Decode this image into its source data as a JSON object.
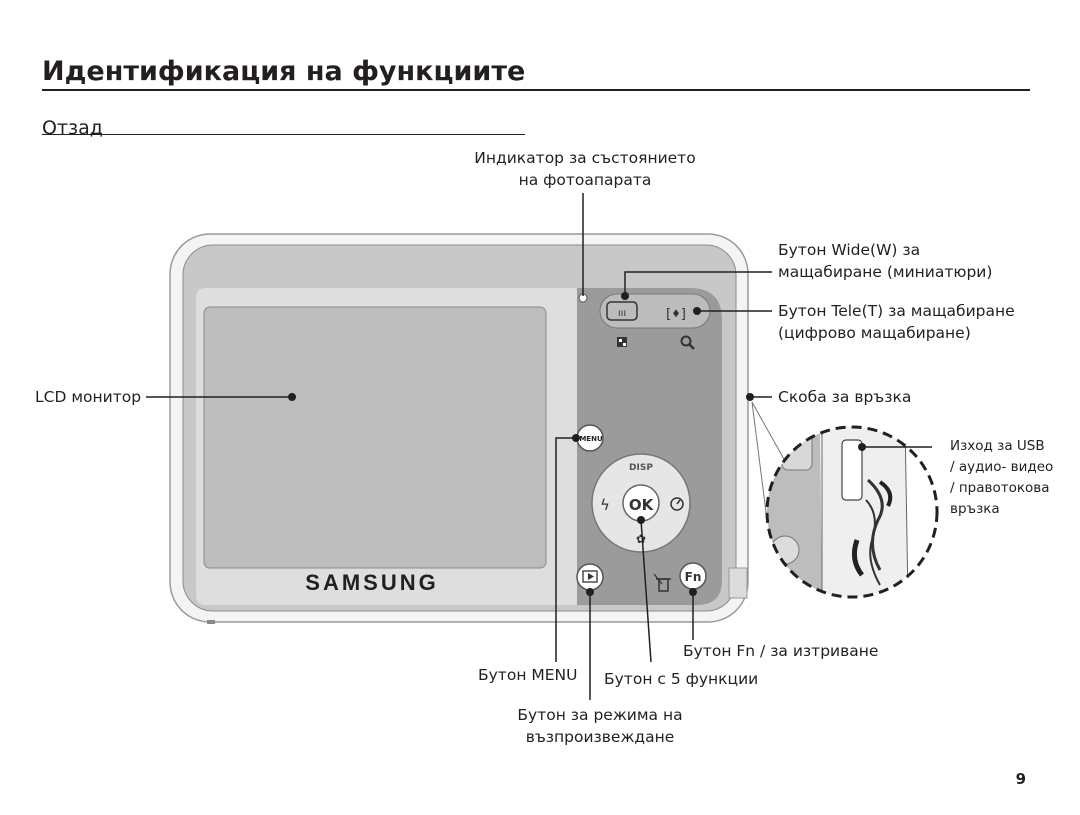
{
  "title": "Идентификация на функциите",
  "subtitle": "Отзад",
  "brand": "SAMSUNG",
  "labels": {
    "status_indicator_line1": "Индикатор за състоянието",
    "status_indicator_line2": "на фотоапарата",
    "wide_line1": "Бутон Wide(W) за",
    "wide_line2": "мащабиране (миниатюри)",
    "tele_line1": "Бутон Tele(T) за мащабиране",
    "tele_line2": "(цифрово мащабиране)",
    "lcd": "LCD монитор",
    "strap": "Скоба за връзка",
    "usb_line1": "Изход за USB",
    "usb_line2": "/ аудио- видео",
    "usb_line3": "/ правотокова",
    "usb_line4": "връзка",
    "fn_button": "Бутон Fn / за изтриване",
    "menu_button": "Бутон MENU",
    "five_function": "Бутон с 5 функции",
    "playback_line1": "Бутон за режима на",
    "playback_line2": "възпроизвеждане"
  },
  "buttons": {
    "menu": "MENU",
    "disp": "DISP",
    "ok": "OK",
    "fn": "Fn"
  },
  "page_number": "9",
  "colors": {
    "body_outer": "#f4f4f4",
    "body_grey": "#c8c8c8",
    "panel_dark": "#9a9a9a",
    "screen": "#bebebe",
    "text": "#231f20"
  }
}
